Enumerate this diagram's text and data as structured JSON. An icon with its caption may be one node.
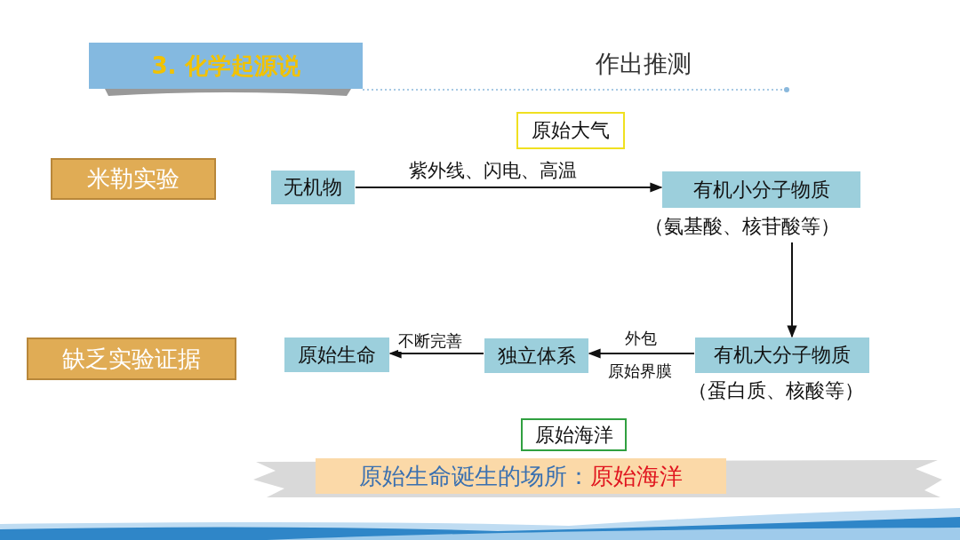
{
  "diagram": {
    "title": "3. 化学起源说",
    "nodes": [
      {
        "text": [
          "米勒实验"
        ]
      },
      {
        "text": [
          "原始大气"
        ]
      },
      {
        "text": [
          "无机物"
        ]
      },
      {
        "text": [
          "有机小分子物质"
        ],
        "beside": [
          "（氨基酸、核苷酸等）"
        ]
      },
      {
        "text": [
          "有机大分子物质"
        ],
        "beside": [
          "（蛋白质、核酸等）"
        ]
      },
      {
        "text": [
          "独立体系"
        ]
      },
      {
        "text": [
          "原始生命"
        ]
      },
      {
        "text": [
          "缺乏实验证据"
        ]
      },
      {
        "text": [
          "原始海洋"
        ]
      }
    ],
    "edges": [
      {
        "from": 2,
        "to": 3,
        "arrow": "to",
        "label": "紫外线、闪电、高温"
      },
      {
        "from": 3,
        "to": 4,
        "arrow": "to"
      },
      {
        "from": 4,
        "to": 5,
        "arrow": "to",
        "label": "外包"
      },
      {
        "from": 5,
        "to": 6,
        "arrow": "to",
        "label": "不断完善"
      }
    ],
    "labels": [
      "作出推测",
      "原始界膜",
      "原始生命诞生的场所：",
      "原始海洋"
    ]
  }
}
